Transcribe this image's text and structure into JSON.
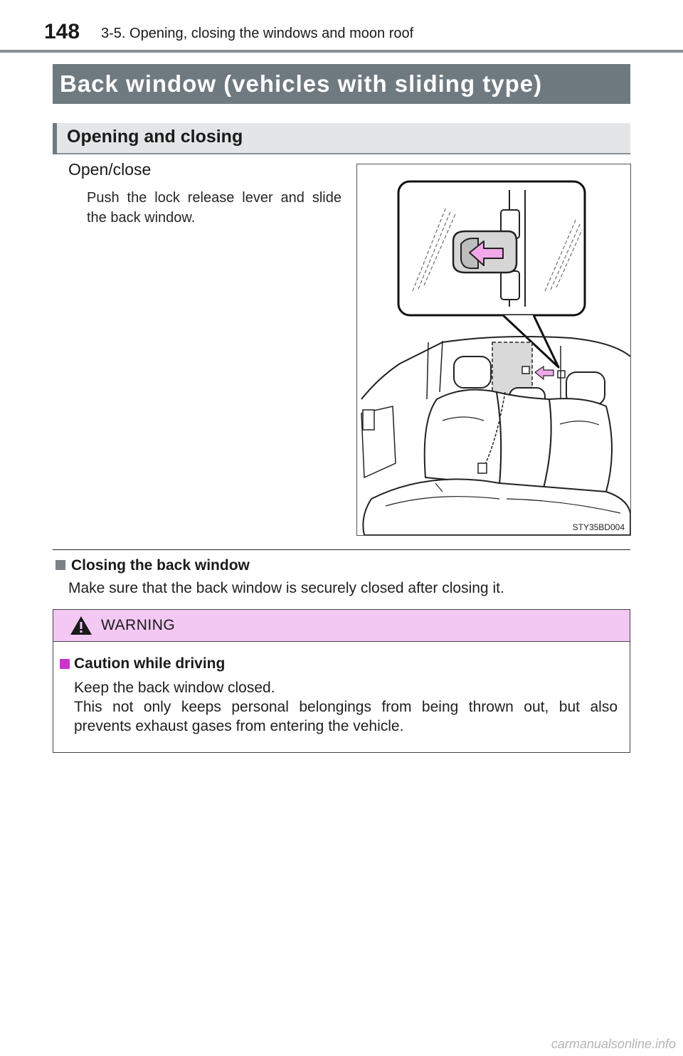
{
  "header": {
    "page_number": "148",
    "chapter_title": "3-5. Opening, closing the windows and moon roof"
  },
  "section": {
    "title": "Back window (vehicles with sliding type)"
  },
  "subsection": {
    "title": "Opening and closing"
  },
  "step": {
    "label": "Open/close",
    "text": "Push the lock release lever and slide the back window."
  },
  "figure": {
    "code": "STY35BD004"
  },
  "note": {
    "heading": "Closing the back window",
    "text": "Make sure that the back window is securely closed after closing it."
  },
  "warning": {
    "label": "WARNING",
    "heading": "Caution while driving",
    "line1": "Keep the back window closed.",
    "line2": "This not only keeps personal belongings from being thrown out, but also",
    "line3": "prevents exhaust gases from entering the vehicle."
  },
  "watermark": "carmanualsonline.info",
  "colors": {
    "section_banner": "#6f7a80",
    "warning_header": "#f3c8f3",
    "warning_bullet": "#cc33cc",
    "arrow": "#f0a8e8"
  }
}
